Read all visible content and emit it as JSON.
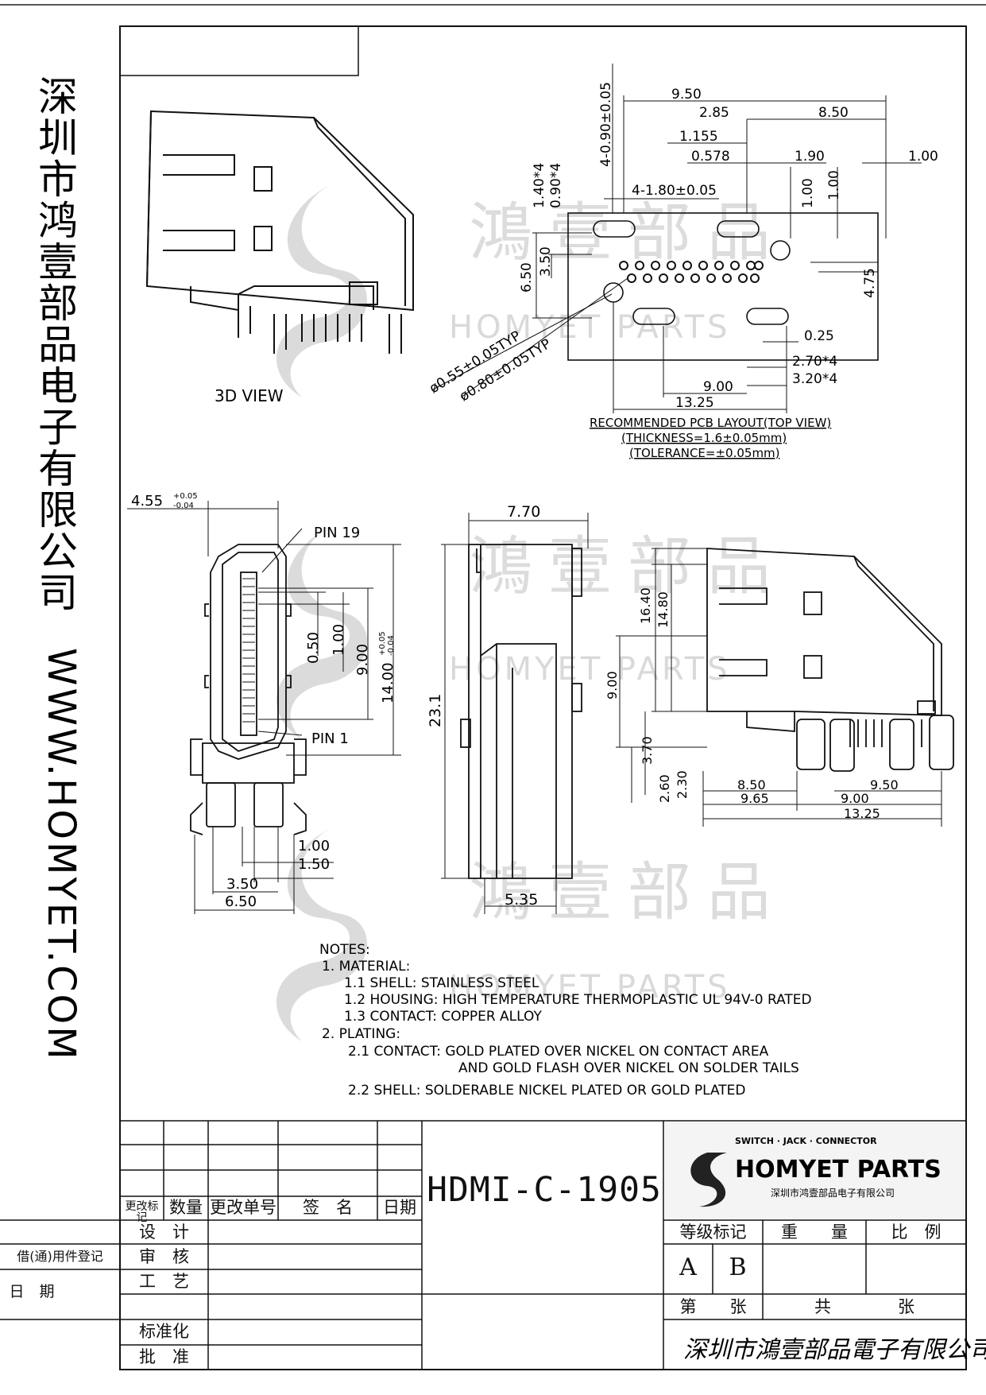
{
  "side": {
    "company_cn": "深圳市鸿壹部品电子有限公司",
    "website": "WWW.HOMYET.COM"
  },
  "watermark": {
    "cn": "鴻壹部品",
    "en": "HOMYET PARTS"
  },
  "views": {
    "view3d_label": "3D VIEW",
    "pcb_title": "RECOMMENDED PCB LAYOUT(TOP VIEW)",
    "pcb_thickness": "(THICKNESS=1.6±0.05mm)",
    "pcb_tolerance": "(TOLERANCE=±0.05mm)",
    "pin19": "PIN 19",
    "pin1": "PIN 1"
  },
  "pcb_dims": {
    "d950": "9.50",
    "d285": "2.85",
    "d850": "8.50",
    "d1155": "1.155",
    "d0578": "0.578",
    "d190": "1.90",
    "d100a": "1.00",
    "d100b": "1.00",
    "d100c": "1.00",
    "d4090": "4-0.90±0.05",
    "d140": "1.40*4",
    "d090": "0.90*4",
    "d4180": "4-1.80±0.05",
    "d650": "6.50",
    "d350": "3.50",
    "d475": "4.75",
    "d025": "0.25",
    "d270": "2.70*4",
    "d320": "3.20*4",
    "d900": "9.00",
    "d1325": "13.25",
    "hole055": "ø0.55±0.05TYP",
    "hole080": "ø0.80±0.05TYP"
  },
  "front_dims": {
    "d455": "4.55",
    "d455_tol_up": "+0.05",
    "d455_tol_dn": "-0.04",
    "d050": "0.50",
    "d100": "1.00",
    "d900": "9.00",
    "d1400": "14.00",
    "d1400_tol_up": "+0.05",
    "d1400_tol_dn": "-0.04",
    "b100": "1.00",
    "b150": "1.50",
    "b350": "3.50",
    "b650": "6.50"
  },
  "side_dims": {
    "d770": "7.70",
    "d231": "23.1",
    "d535": "5.35"
  },
  "right_dims": {
    "d1640": "16.40",
    "d1480": "14.80",
    "d900": "9.00",
    "d370": "3.70",
    "d260": "2.60",
    "d230": "2.30",
    "d850": "8.50",
    "d950": "9.50",
    "d965": "9.65",
    "d900b": "9.00",
    "d1325": "13.25"
  },
  "notes": {
    "title": "NOTES:",
    "l1": "1. MATERIAL:",
    "l11": "1.1 SHELL: STAINLESS STEEL",
    "l12": "1.2 HOUSING: HIGH TEMPERATURE THERMOPLASTIC UL 94V-0 RATED",
    "l13": "1.3 CONTACT: COPPER ALLOY",
    "l2": "2. PLATING:",
    "l21": "2.1 CONTACT: GOLD PLATED OVER NICKEL ON CONTACT AREA",
    "l21b": "AND GOLD FLASH OVER NICKEL ON SOLDER TAILS",
    "l22": "2.2 SHELL: SOLDERABLE NICKEL PLATED OR GOLD PLATED"
  },
  "title_block": {
    "rev_mark": "更改标记",
    "qty": "数量",
    "change_no": "更改单号",
    "sign": "签　名",
    "date": "日期",
    "design": "设　计",
    "review": "审　核",
    "process": "工　艺",
    "standard": "标准化",
    "approve": "批　准",
    "borrow": "借(通)用件登记",
    "date_left": "日　期",
    "part_no": "HDMI-C-1905",
    "logo_tagline": "SWITCH · JACK · CONNECTOR",
    "logo_name": "HOMYET PARTS",
    "logo_cn": "深圳市鸿壹部品电子有限公司",
    "grade": "等级标记",
    "weight": "重　　量",
    "scale": "比　例",
    "grade_a": "A",
    "grade_b": "B",
    "sheet_no": "第　　张",
    "sheet_total": "共　　　　张",
    "signature": "深圳市鴻壹部品電子有限公司"
  }
}
